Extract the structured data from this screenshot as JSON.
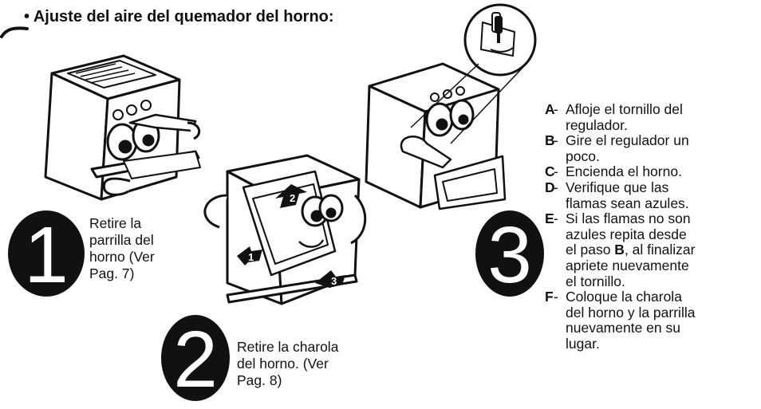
{
  "title": "• Ajuste del aire del quemador del horno:",
  "step1": {
    "number": "1",
    "lines": [
      "Retire la",
      "parrilla del",
      "horno (Ver",
      "Pag. 7)"
    ]
  },
  "step2": {
    "number": "2",
    "lines": [
      "Retire la charola",
      "del horno. (Ver",
      "Pag. 8)"
    ]
  },
  "step3": {
    "number": "3"
  },
  "arrows": [
    "1",
    "2",
    "3"
  ],
  "instructions": [
    {
      "letter": "A",
      "lines": [
        "Afloje el tornillo del",
        "regulador."
      ]
    },
    {
      "letter": "B",
      "lines": [
        "Gire el regulador un",
        "poco."
      ]
    },
    {
      "letter": "C",
      "lines": [
        "Encienda el horno."
      ]
    },
    {
      "letter": "D",
      "lines": [
        "Verifique que las",
        "flamas sean azules."
      ]
    },
    {
      "letter": "E",
      "pre": "Si las flamas no son",
      "mid": "azules repita desde",
      "post_pre": "el paso ",
      "bold": "B",
      "post": ", al finalizar",
      "tail": [
        "apriete nuevamente",
        "el tornillo."
      ]
    },
    {
      "letter": "F",
      "lines": [
        "Coloque la charola",
        "del horno y la parrilla",
        "nuevamente en su",
        "lugar."
      ]
    }
  ],
  "colors": {
    "ink": "#111111",
    "paper": "#ffffff"
  },
  "icons": [
    "stove-cartoon-1-icon",
    "stove-cartoon-2-icon",
    "stove-cartoon-3-icon",
    "screwdriver-icon"
  ]
}
